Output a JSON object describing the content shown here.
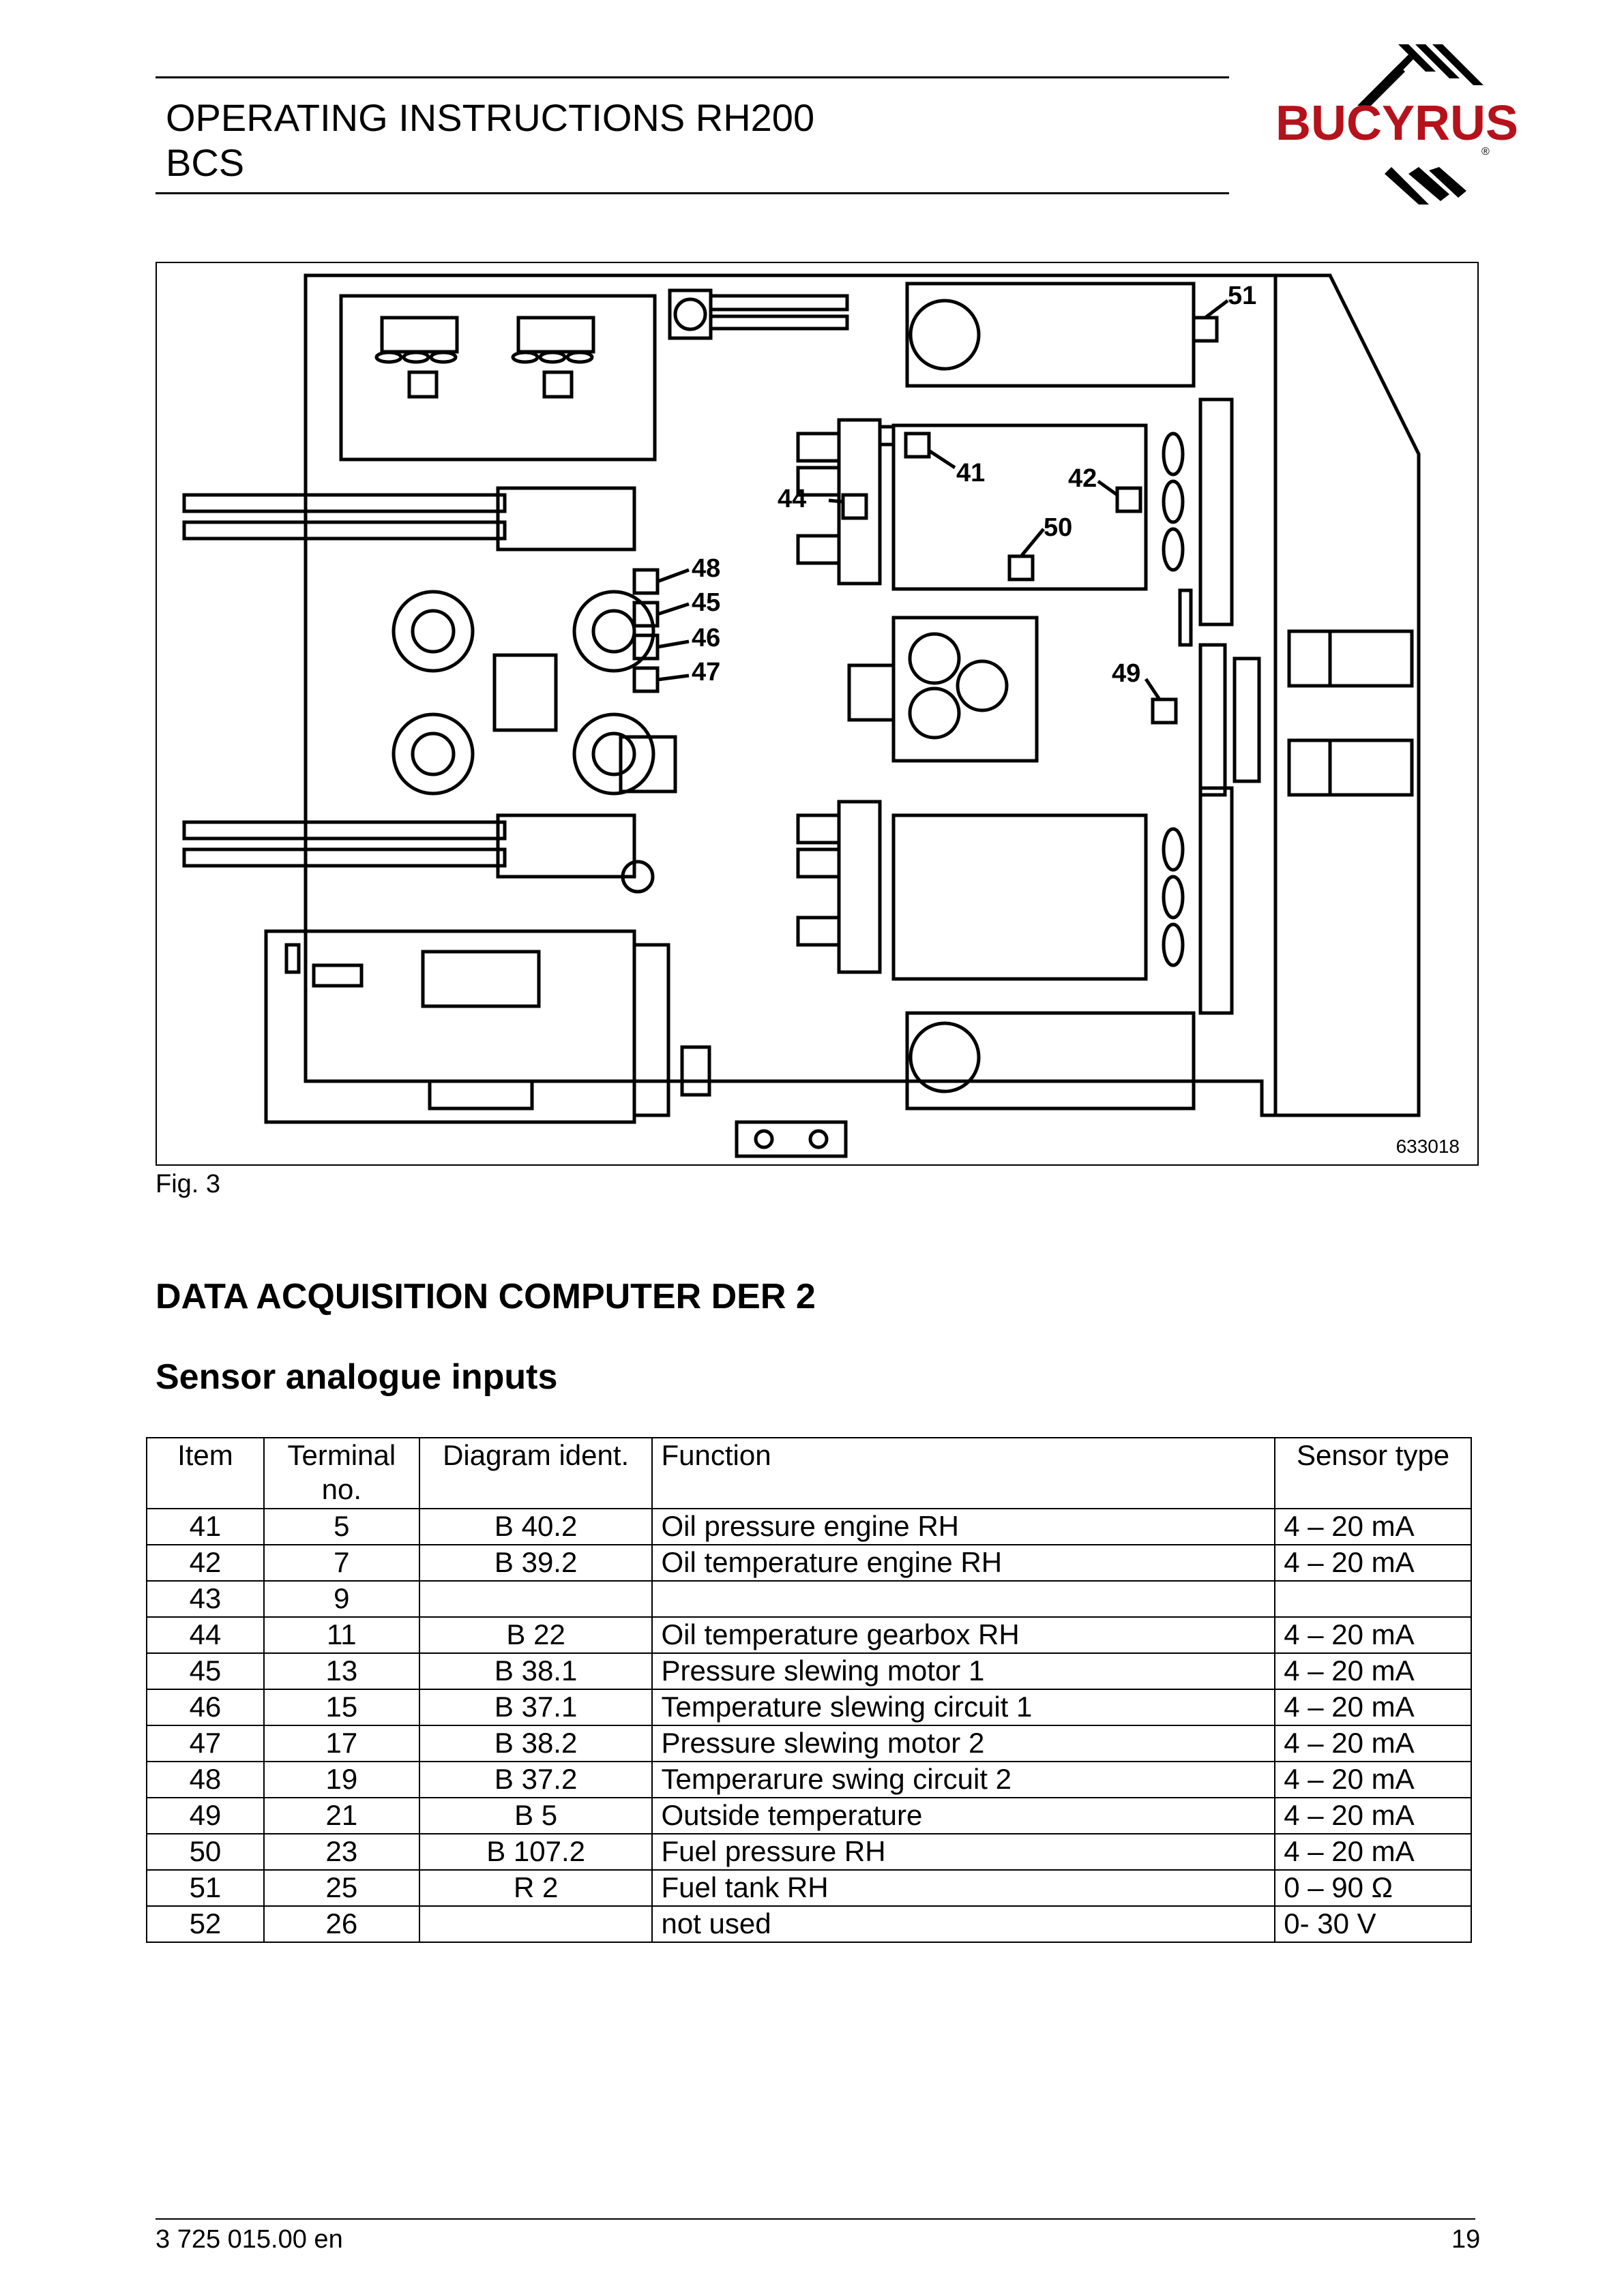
{
  "header": {
    "title_line1": "OPERATING INSTRUCTIONS RH200",
    "title_line2": "BCS",
    "logo_text": "BUCYRUS"
  },
  "figure": {
    "labels": [
      "51",
      "41",
      "42",
      "44",
      "50",
      "48",
      "45",
      "46",
      "47",
      "49"
    ],
    "id": "633018",
    "caption": "Fig. 3"
  },
  "section_title": "DATA ACQUISITION COMPUTER DER 2",
  "subsection_title": "Sensor analogue inputs",
  "table": {
    "headers": [
      "Item",
      "Terminal no.",
      "Diagram ident.",
      "Function",
      "Sensor type"
    ],
    "rows": [
      [
        "41",
        "5",
        "B 40.2",
        "Oil pressure engine RH",
        "4 – 20 mA"
      ],
      [
        "42",
        "7",
        "B 39.2",
        "Oil temperature engine RH",
        "4 – 20 mA"
      ],
      [
        "43",
        "9",
        "",
        "",
        ""
      ],
      [
        "44",
        "11",
        "B 22",
        "Oil temperature gearbox RH",
        "4 – 20 mA"
      ],
      [
        "45",
        "13",
        "B 38.1",
        "Pressure slewing motor 1",
        "4 – 20 mA"
      ],
      [
        "46",
        "15",
        "B 37.1",
        "Temperature slewing circuit 1",
        "4 – 20 mA"
      ],
      [
        "47",
        "17",
        "B 38.2",
        "Pressure slewing motor 2",
        "4 – 20 mA"
      ],
      [
        "48",
        "19",
        "B 37.2",
        "Temperarure swing circuit 2",
        "4 – 20 mA"
      ],
      [
        "49",
        "21",
        "B 5",
        "Outside temperature",
        "4 – 20 mA"
      ],
      [
        "50",
        "23",
        "B 107.2",
        "Fuel pressure RH",
        "4 – 20 mA"
      ],
      [
        "51",
        "25",
        "R 2",
        "Fuel tank RH",
        "0 – 90 Ω"
      ],
      [
        "52",
        "26",
        "",
        "not used",
        "0- 30 V"
      ]
    ]
  },
  "footer": {
    "doc_number": "3 725 015.00 en",
    "page": "19"
  },
  "colors": {
    "logo_red": "#b5121b",
    "ink": "#000000"
  }
}
